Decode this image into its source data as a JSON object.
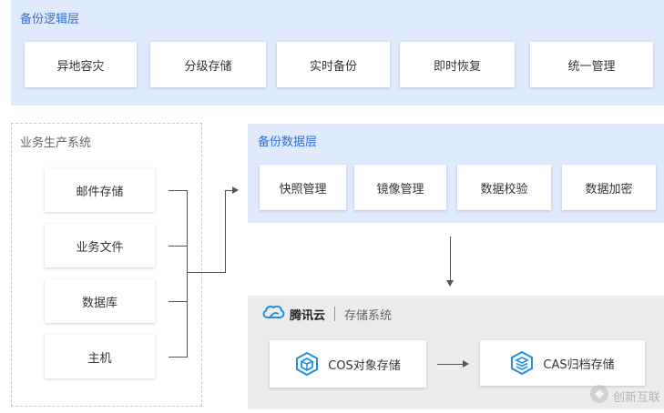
{
  "backup_logic": {
    "title": "备份逻辑层",
    "items": [
      "异地容灾",
      "分级存储",
      "实时备份",
      "即时恢复",
      "统一管理"
    ]
  },
  "business": {
    "title": "业务生产系统",
    "items": [
      "邮件存储",
      "业务文件",
      "数据库",
      "主机"
    ]
  },
  "backup_data": {
    "title": "备份数据层",
    "items": [
      "快照管理",
      "镜像管理",
      "数据校验",
      "数据加密"
    ]
  },
  "storage": {
    "brand": "腾讯云",
    "system_label": "存储系统",
    "cos_label": "COS对象存储",
    "cas_label": "CAS归档存储"
  },
  "watermark": {
    "text": "创新互联"
  },
  "colors": {
    "accent": "#2f6fe0",
    "panel_blue": "#dfeafc",
    "panel_gray": "#ececef",
    "icon_blue": "#1f8ee8"
  },
  "icons": [
    "tencent-cloud-logo",
    "cos-hexagon-icon",
    "cas-hexagon-icon"
  ]
}
